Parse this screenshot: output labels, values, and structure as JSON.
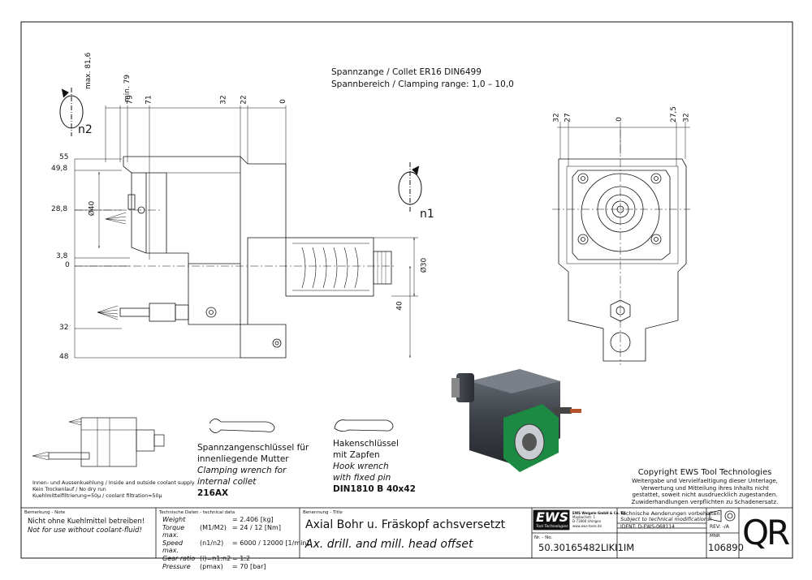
{
  "collet": {
    "line1": "Spannzange / Collet   ER16   DIN6499",
    "line2": "Spannbereich / Clamping range: 1,0 – 10,0"
  },
  "rotation": {
    "n2": "n2",
    "n1": "n1"
  },
  "dims_top_left": [
    "max. 81,6",
    "min. 79",
    "79",
    "71",
    "32",
    "22",
    "0"
  ],
  "dims_left": [
    "55",
    "49,8",
    "28,8",
    "3,8",
    "0",
    "32",
    "48"
  ],
  "dims_misc": {
    "d40": "Ø40",
    "d30": "Ø30",
    "v40": "40"
  },
  "dims_right": [
    "32",
    "27",
    "0",
    "27,5",
    "32"
  ],
  "coolant_note": [
    "Innen- und Aussenkuehlung / Inside and outside coolant supply",
    "Kein Trockenlauf / No dry run",
    "Kuehlmittelfiltrierung=50μ / coolant filtration=50μ"
  ],
  "wrench1": {
    "de1": "Spannzangenschlüssel für",
    "de2": "innenliegende Mutter",
    "en1": "Clamping wrench for",
    "en2": "internal collet",
    "code": "216AX"
  },
  "wrench2": {
    "de1": "Hakenschlüssel",
    "de2": "mit Zapfen",
    "en1": "Hook wrench",
    "en2": "with fixed pin",
    "code": "DIN1810 B 40x42"
  },
  "copyright": {
    "line1": "Copyright EWS Tool Technologies",
    "line2": "Weitergabe und Vervielfaeltigung dieser Unterlage,",
    "line3": "Verwertung und Mitteilung ihres Inhalts nicht",
    "line4": "gestattet, soweit nicht ausdruecklich zugestanden.",
    "line5": "Zuwiderhandlungen verpflichten zu Schadenersatz."
  },
  "title_block": {
    "note_header": "Bemerkung - Note",
    "note_de": "Nicht ohne Kuehlmittel betreiben!",
    "note_en": "Not for use without coolant-fluid!",
    "tech_header": "Technische Daten - technical data",
    "tech_rows": [
      {
        "label": "Weight",
        "sym": "",
        "value": "=  2.406 [kg]"
      },
      {
        "label": "Torque max.",
        "sym": "(M1/M2)",
        "value": "=  24 / 12 [Nm]"
      },
      {
        "label": "Speed max.",
        "sym": "(n1/n2)",
        "value": "=  6000 / 12000 [1/min]"
      },
      {
        "label": "Gear ratio",
        "sym": "(i)=n1:n2",
        "value": "=  1:2"
      },
      {
        "label": "Pressure",
        "sym": "(pmax)",
        "value": "=  70 [bar]"
      }
    ],
    "name_header": "Benennung - Title",
    "title_de": "Axial Bohr u. Fräskopf achsversetzt",
    "title_en": "Ax. drill. and mill. head offset",
    "no_header": "Nr. - No.",
    "part_no": "50.30165482LIKI1IM",
    "logo": "EWS",
    "logo_sub": "Tool Technologies",
    "company": "EWS Weigele GmbH & Co. KG",
    "street": "Maybachstr. 1",
    "city": "D-73066 Uhingen",
    "web": "www.ews-tools.de",
    "change_de": "Technische Aenderungen vorbehalten!",
    "change_en": "Subject to technical modifications!",
    "ident": "IDENT: D-EWS-068114",
    "rev": "REV:  -/A",
    "mnr_header": "MNR",
    "mnr": "106890",
    "qr": "QR"
  }
}
